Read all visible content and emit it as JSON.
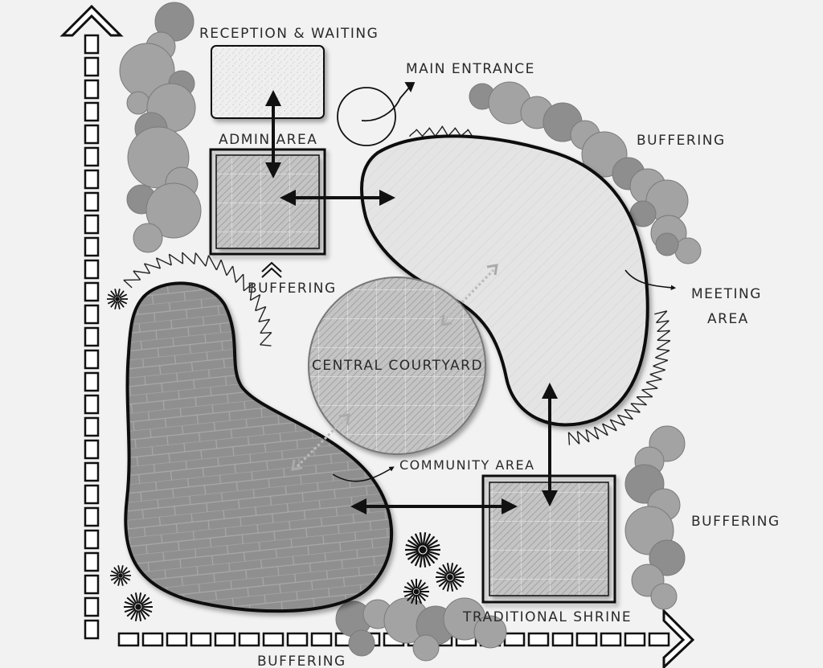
{
  "labels": {
    "reception": "RECEPTION & WAITING",
    "main_entrance": "MAIN ENTRANCE",
    "admin": "ADMIN AREA",
    "buffering_top_right": "BUFFERING",
    "buffering_mid": "BUFFERING",
    "meeting_line1": "MEETING",
    "meeting_line2": "AREA",
    "central_courtyard": "CENTRAL COURTYARD",
    "community": "COMMUNITY AREA",
    "buffering_right": "BUFFERING",
    "shrine": "TRADITIONAL SHRINE",
    "buffering_bottom": "BUFFERING"
  },
  "colors": {
    "background": "#f2f2f2",
    "outline": "#111111",
    "tree": "#9e9e9e",
    "tree_dark": "#8a8a8a",
    "meeting_fill": "#e6e6e6",
    "community_fill": "#8f8f8f",
    "box_fill": "#bdbdbd",
    "courtyard_fill": "#cfcfcf"
  },
  "icons": [
    "north-arrow-icon",
    "east-arrow-icon",
    "entrance-swirl-icon",
    "starburst-shrub-icon",
    "tree-canopy-icon",
    "grass-tuft-icon"
  ]
}
